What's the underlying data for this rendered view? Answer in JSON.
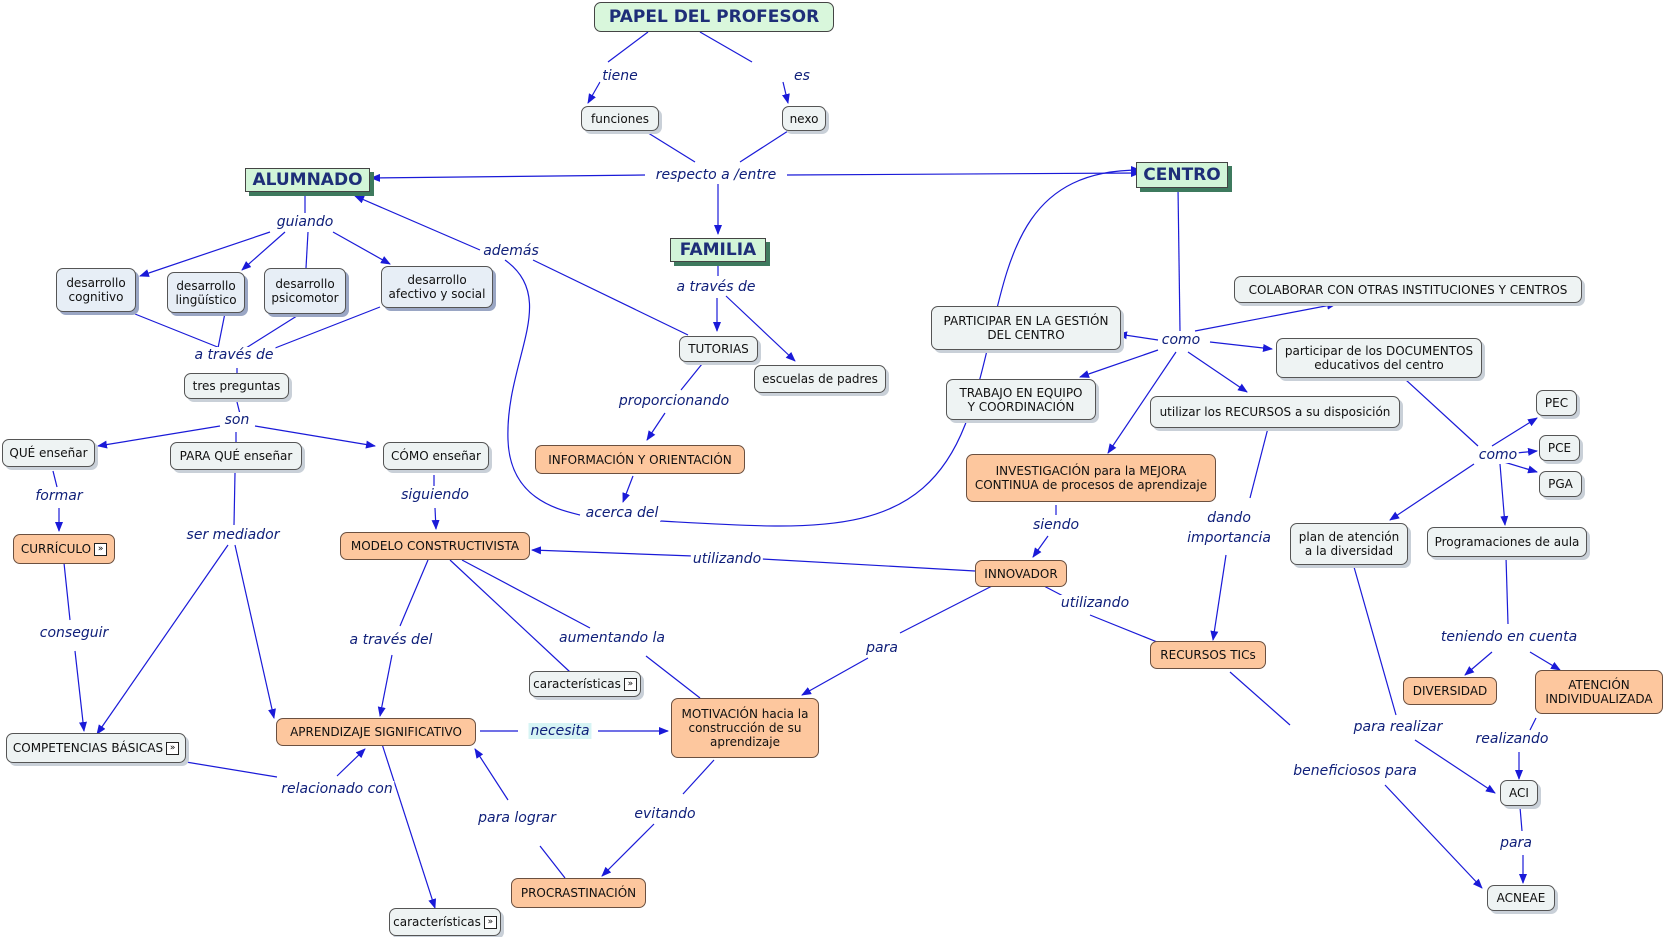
{
  "title": "PAPEL DEL PROFESOR",
  "headers": {
    "alumnado": "ALUMNADO",
    "familia": "FAMILIA",
    "centro": "CENTRO"
  },
  "nodes": {
    "funciones": "funciones",
    "nexo": "nexo",
    "des_cognitivo": "desarrollo\ncognitivo",
    "des_linguistico": "desarrollo\nlingüístico",
    "des_psicomotor": "desarrollo\npsicomotor",
    "des_afectivo": "desarrollo\nafectivo y social",
    "tres_preguntas": "tres preguntas",
    "que_ensenar": "QUÉ enseñar",
    "para_que_ensenar": "PARA QUÉ enseñar",
    "como_ensenar": "CÓMO enseñar",
    "curriculo": "CURRÍCULO",
    "modelo_constructivista": "MODELO CONSTRUCTIVISTA",
    "competencias_basicas": "COMPETENCIAS BÁSICAS",
    "aprendizaje_significativo": "APRENDIZAJE SIGNIFICATIVO",
    "caracteristicas_1": "características",
    "caracteristicas_2": "características",
    "motivacion": "MOTIVACIÓN hacia la\nconstrucción de su\naprendizaje",
    "procrastinacion": "PROCRASTINACIÓN",
    "tutorias": "TUTORIAS",
    "escuelas_padres": "escuelas de padres",
    "informacion_orientacion": "INFORMACIÓN  Y ORIENTACIÓN",
    "participar_gestion": "PARTICIPAR EN LA GESTIÓN\nDEL CENTRO",
    "colaborar": "COLABORAR CON OTRAS INSTITUCIONES Y CENTROS",
    "participar_documentos": "participar de los DOCUMENTOS\neducativos del centro",
    "trabajo_equipo": "TRABAJO EN EQUIPO\nY COORDINACIÓN",
    "utilizar_recursos": "utilizar los RECURSOS a su disposición",
    "investigacion": "INVESTIGACIÓN para la MEJORA\nCONTINUA de procesos de aprendizaje",
    "innovador": "INNOVADOR",
    "recursos_tics": "RECURSOS TICs",
    "pec": "PEC",
    "pce": "PCE",
    "pga": "PGA",
    "plan_atencion": "plan de atención\na la diversidad",
    "programaciones": "Programaciones de aula",
    "diversidad": "DIVERSIDAD",
    "atencion_individualizada": "ATENCIÓN\nINDIVIDUALIZADA",
    "aci": "ACI",
    "acneae": "ACNEAE"
  },
  "link_labels": {
    "tiene": "tiene",
    "es": "es",
    "respecto": "respecto a /entre",
    "guiando": "guiando",
    "ademas": "además",
    "a_traves_de_1": "a través de",
    "a_traves_de_2": "a través de",
    "son": "son",
    "formar": "formar",
    "ser_mediador": "ser mediador",
    "siguiendo": "siguiendo",
    "conseguir": "conseguir",
    "a_traves_del": "a través del",
    "aumentando_la": "aumentando la",
    "utilizando_1": "utilizando",
    "utilizando_2": "utilizando",
    "necesita": "necesita",
    "relacionado_con": "relacionado con",
    "para_lograr": "para lograr",
    "evitando": "evitando",
    "para_1": "para",
    "para_2": "para",
    "proporcionando": "proporcionando",
    "acerca_del": "acerca del",
    "como_1": "como",
    "como_2": "como",
    "siendo": "siendo",
    "dando_importancia": "dando\nimportancia",
    "beneficiosos_para": "beneficiosos para",
    "para_realizar": "para realizar",
    "teniendo_en_cuenta": "teniendo en cuenta",
    "realizando": "realizando"
  },
  "colors": {
    "link": "#1a1ad8",
    "link_label": "#10207a",
    "header_text": "#1e2e78",
    "header_fill": "#d2f5d8",
    "header_shadow": "#3e7a5e",
    "orange_fill": "#fdc79e",
    "gray_fill": "#eef3f3"
  },
  "icons": {
    "expand": "expand-icon"
  }
}
